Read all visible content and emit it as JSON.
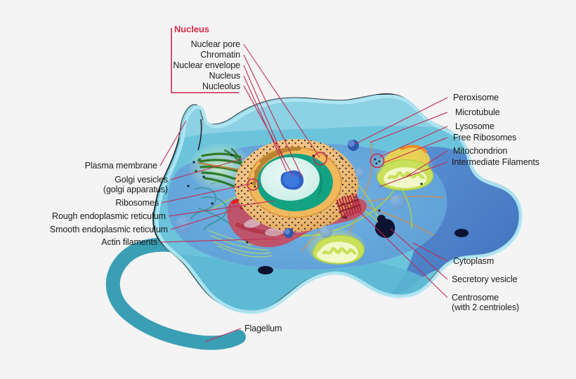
{
  "figure": {
    "title": "Eukaryotic animal cell diagram",
    "background_color": "#f4f4f4",
    "leader_line_color": "#c42a52",
    "label_text_color": "#1b1b1b"
  },
  "nucleus_group": {
    "heading": "Nucleus",
    "heading_color": "#d4304a",
    "items": [
      {
        "label": "Nuclear pore"
      },
      {
        "label": "Chromatin"
      },
      {
        "label": "Nuclear envelope"
      },
      {
        "label": "Nucleus"
      },
      {
        "label": "Nucleolus"
      }
    ]
  },
  "labels_right_top": [
    {
      "label": "Peroxisome"
    },
    {
      "label": "Microtubule"
    },
    {
      "label": "Lysosome"
    },
    {
      "label": "Free Ribosomes"
    },
    {
      "label": "Mitochondrion"
    },
    {
      "label": "Intermediate Filaments"
    }
  ],
  "labels_left": [
    {
      "label": "Plasma membrane"
    },
    {
      "label": "Golgi vesicles"
    },
    {
      "label": "(golgi apparatus)"
    },
    {
      "label": "Ribosomes"
    },
    {
      "label": "Rough endoplasmic reticulum"
    },
    {
      "label": "Smooth endoplasmic reticulum"
    },
    {
      "label": "Actin filaments"
    }
  ],
  "labels_right_bottom": [
    {
      "label": "Cytoplasm"
    },
    {
      "label": "Secretory vesicle"
    },
    {
      "label": "Centrosome"
    },
    {
      "label": "(with 2 centrioles)"
    }
  ],
  "labels_bottom": [
    {
      "label": "Flagellum"
    }
  ],
  "colors": {
    "cell_membrane_outer": "#7ecfe2",
    "cytoplasm_light": "#6cc3dc",
    "cytoplasm_mid": "#5fa8d8",
    "cytoplasm_dark": "#4a7fc4",
    "nucleus_envelope": "#f2b85c",
    "nucleus_er_outer": "#f0c184",
    "chromatin": "#13a383",
    "nucleoplasm": "#d8f2ec",
    "nucleolus": "#2f63c7",
    "rough_er": "#c8384d",
    "golgi": "#2f7a27",
    "mitochondrion": "#c9e05a",
    "secretory_vesicle": "#0d1230",
    "centrosome": "#c8384d",
    "flagellum": "#3a9fb5"
  }
}
